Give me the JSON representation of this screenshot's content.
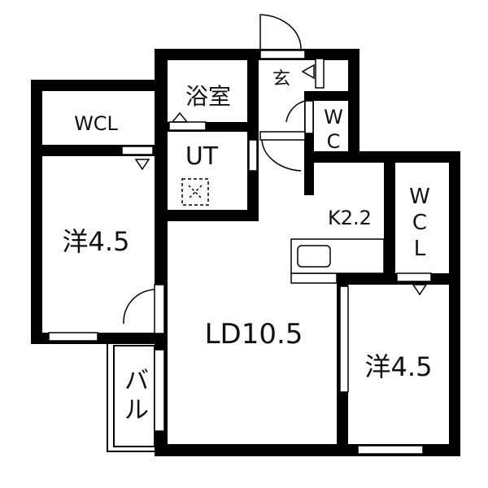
{
  "floorplan": {
    "colors": {
      "wall": "#000000",
      "background": "#ffffff",
      "fixture": "#111111"
    },
    "rooms": {
      "wcl_left": {
        "label": "WCL"
      },
      "western_left": {
        "label": "洋4.5"
      },
      "bath": {
        "label": "浴室"
      },
      "entrance": {
        "label": "玄"
      },
      "wc": {
        "label_line1": "W",
        "label_line2": "C"
      },
      "utility": {
        "label": "UT"
      },
      "kitchen": {
        "label": "K2.2"
      },
      "wcl_right": {
        "label_line1": "W",
        "label_line2": "C",
        "label_line3": "L"
      },
      "living_dining": {
        "label": "LD10.5"
      },
      "western_right": {
        "label": "洋4.5"
      },
      "balcony": {
        "label_line1": "バ",
        "label_line2": "ル"
      }
    }
  }
}
